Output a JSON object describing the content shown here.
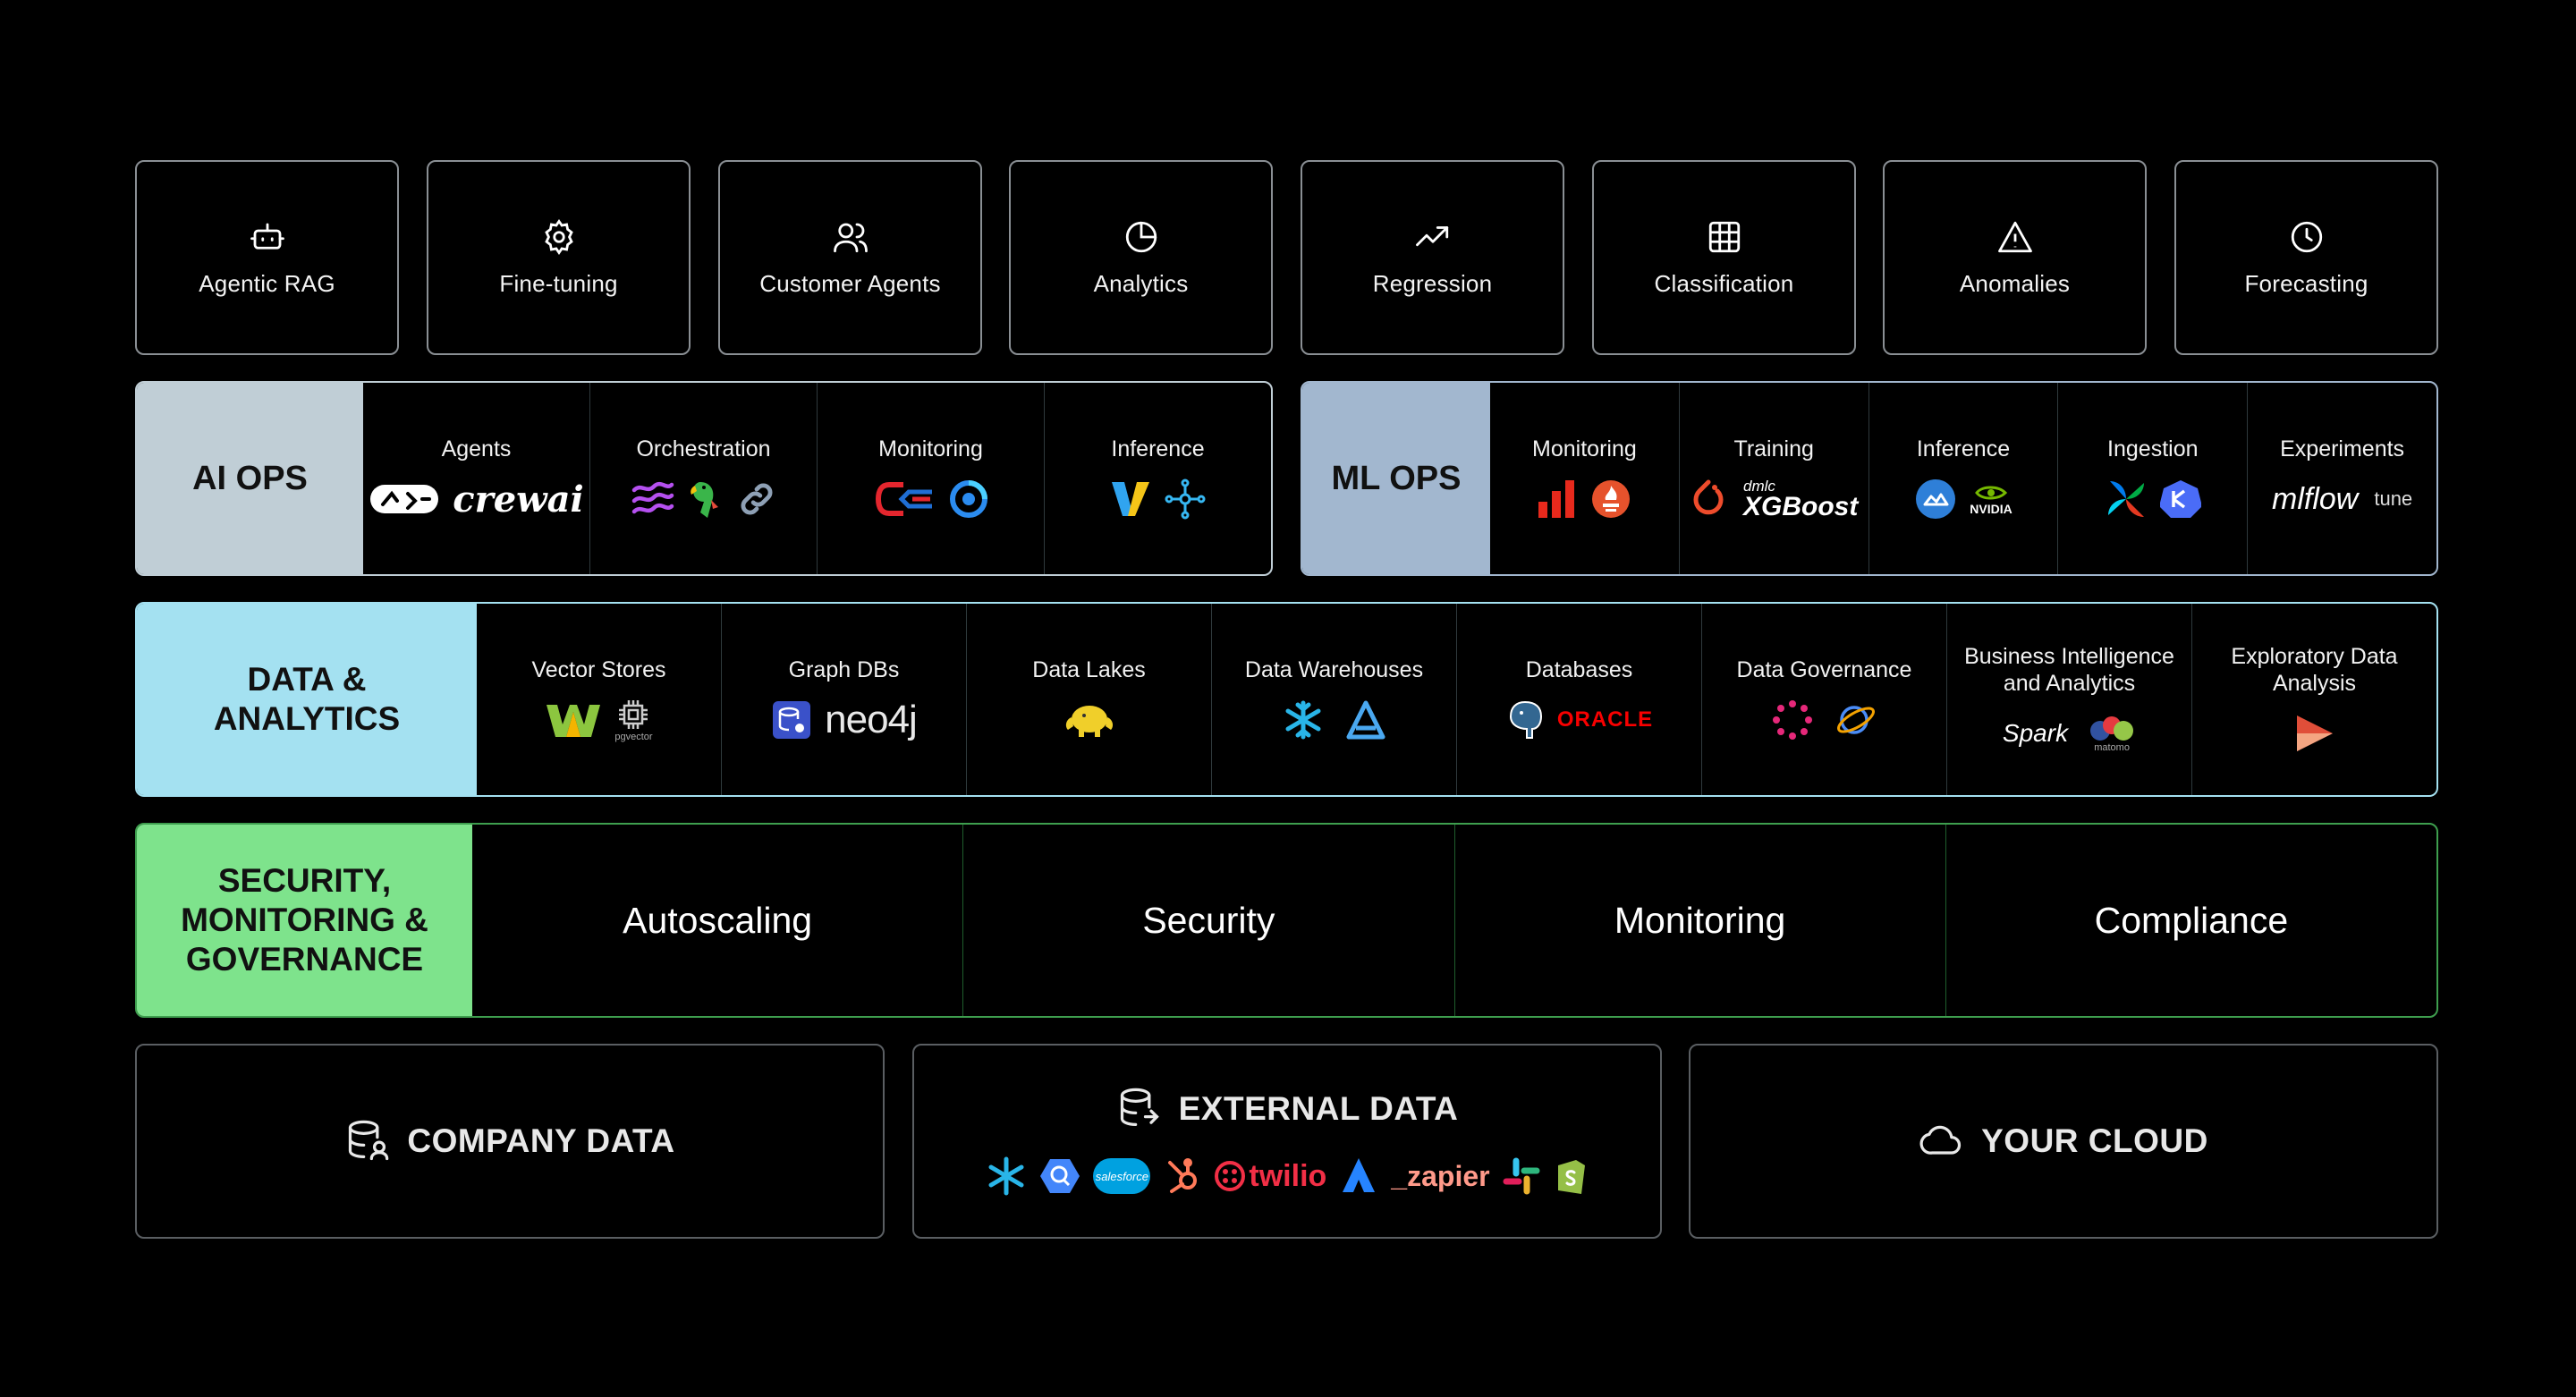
{
  "use_cases": [
    {
      "label": "Agentic RAG",
      "icon": "robot-icon"
    },
    {
      "label": "Fine-tuning",
      "icon": "gear-icon"
    },
    {
      "label": "Customer Agents",
      "icon": "users-icon"
    },
    {
      "label": "Analytics",
      "icon": "pie-chart-icon"
    },
    {
      "label": "Regression",
      "icon": "trending-up-icon"
    },
    {
      "label": "Classification",
      "icon": "grid-table-icon"
    },
    {
      "label": "Anomalies",
      "icon": "warning-triangle-icon"
    },
    {
      "label": "Forecasting",
      "icon": "clock-icon"
    }
  ],
  "ai_ops": {
    "title": "AI OPS",
    "color": "#c0ced6",
    "cells": [
      {
        "label": "Agents",
        "logos": [
          "crewai-logo",
          "crewai-wordmark"
        ],
        "wordmark": "crewai"
      },
      {
        "label": "Orchestration",
        "logos": [
          "waves-logo",
          "parrot-logo",
          "link-logo"
        ]
      },
      {
        "label": "Monitoring",
        "logos": [
          "arrows-logo",
          "ring-logo"
        ]
      },
      {
        "label": "Inference",
        "logos": [
          "v-logo",
          "network-logo"
        ]
      }
    ]
  },
  "ml_ops": {
    "title": "ML OPS",
    "color": "#a2b7cf",
    "cells": [
      {
        "label": "Monitoring",
        "logos": [
          "bar-logo",
          "prometheus-logo"
        ]
      },
      {
        "label": "Training",
        "logos": [
          "pytorch-logo",
          "xgboost-wordmark"
        ],
        "wordmark_small": "dmlc",
        "wordmark": "XGBoost"
      },
      {
        "label": "Inference",
        "logos": [
          "cloud-logo",
          "nvidia-logo"
        ],
        "wordmark": "NVIDIA"
      },
      {
        "label": "Ingestion",
        "logos": [
          "airflow-logo",
          "kube-logo"
        ]
      },
      {
        "label": "Experiments",
        "logos": [
          "mlflow-wordmark",
          "tune-wordmark"
        ],
        "wordmark": "mlflow",
        "wordmark2": "tune"
      }
    ]
  },
  "data_analytics": {
    "title": "DATA & ANALYTICS",
    "color": "#a4e1f1",
    "cells": [
      {
        "label": "Vector Stores",
        "logos": [
          "weaviate-logo",
          "pgvector-logo"
        ],
        "wordmark": "pgvector"
      },
      {
        "label": "Graph DBs",
        "logos": [
          "db-logo",
          "neo4j-wordmark"
        ],
        "wordmark": "neo4j"
      },
      {
        "label": "Data Lakes",
        "logos": [
          "hadoop-logo"
        ]
      },
      {
        "label": "Data Warehouses",
        "logos": [
          "snowflake-logo",
          "athena-logo"
        ]
      },
      {
        "label": "Databases",
        "logos": [
          "postgres-logo",
          "oracle-wordmark"
        ],
        "wordmark": "ORACLE"
      },
      {
        "label": "Data Governance",
        "logos": [
          "dots-ring-logo",
          "orbit-logo"
        ]
      },
      {
        "label": "Business Intelligence and Analytics",
        "logos": [
          "spark-wordmark",
          "matomo-logo"
        ],
        "wordmark": "Spark",
        "wordmark2": "matomo"
      },
      {
        "label": "Exploratory Data Analysis",
        "logos": [
          "triangle-logo"
        ]
      }
    ]
  },
  "security": {
    "title": "SECURITY, MONITORING & GOVERNANCE",
    "color": "#7ee38c",
    "cells": [
      "Autoscaling",
      "Security",
      "Monitoring",
      "Compliance"
    ]
  },
  "sources": {
    "company": "COMPANY DATA",
    "external": "EXTERNAL DATA",
    "cloud": "YOUR CLOUD",
    "external_logos": [
      "snowflake-logo",
      "bigquery-logo",
      "salesforce-logo",
      "hubspot-logo",
      "twilio-wordmark",
      "atlassian-logo",
      "zapier-wordmark",
      "slack-logo",
      "shopify-logo"
    ],
    "salesforce": "salesforce",
    "twilio": "twilio",
    "zapier": "_zapier"
  },
  "colors": {
    "bg": "#000000",
    "ai_ops": "#c0ced6",
    "ml_ops": "#a2b7cf",
    "data": "#a4e1f1",
    "security": "#7ee38c"
  }
}
